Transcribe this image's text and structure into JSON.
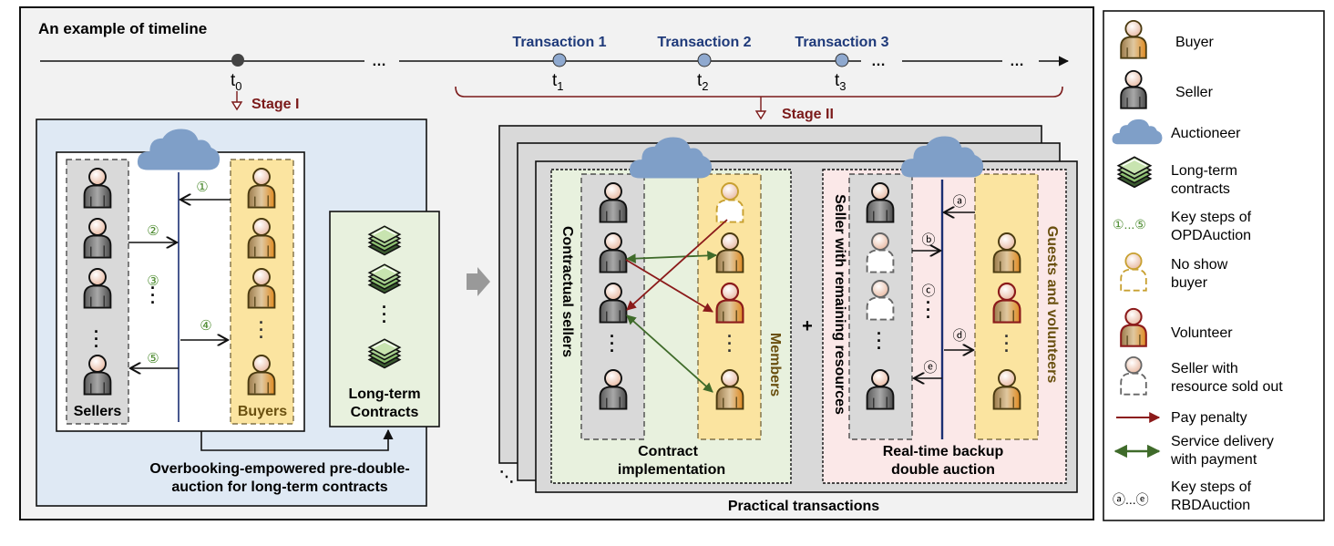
{
  "colors": {
    "outer_bg": "#f2f2f2",
    "stage1_bg": "#dfe9f4",
    "seller_col": "#d9d9d9",
    "buyer_col": "#fbe4a0",
    "contracts_bg": "#e8f1de",
    "contract_impl_bg": "#e8f1de",
    "backup_bg": "#fbe8e8",
    "cloud": "#7f9fc8",
    "timeline_node": "#8fa9cf",
    "stage_red": "#7b1a1a",
    "transaction_blue": "#1f3a7a",
    "step_green": "#4b8a2e",
    "penalty_arrow": "#8b1a1a",
    "delivery_arrow": "#3f6b2a",
    "auction_line": "#1a2f72"
  },
  "timeline": {
    "title": "An example of timeline",
    "nodes": [
      {
        "label": "t",
        "sub": "0",
        "transaction": ""
      },
      {
        "label": "t",
        "sub": "1",
        "transaction": "Transaction 1"
      },
      {
        "label": "t",
        "sub": "2",
        "transaction": "Transaction 2"
      },
      {
        "label": "t",
        "sub": "3",
        "transaction": "Transaction 3"
      }
    ],
    "ellipsis": "…",
    "stage1_label": "Stage I",
    "stage2_label": "Stage II"
  },
  "stage1": {
    "sellers_label": "Sellers",
    "buyers_label": "Buyers",
    "steps": [
      "①",
      "②",
      "③",
      "④",
      "⑤"
    ],
    "contracts_label_1": "Long-term",
    "contracts_label_2": "Contracts",
    "caption_1": "Overbooking-empowered pre-double-",
    "caption_2": "auction for long-term contracts"
  },
  "stage2": {
    "contract_impl": {
      "sellers_label": "Contractual sellers",
      "members_label": "Members",
      "caption_1": "Contract",
      "caption_2": "implementation"
    },
    "plus": "+",
    "backup": {
      "sellers_label": "Seller with remaining resources",
      "buyers_label": "Guests and  volunteers",
      "steps": [
        "ⓐ",
        "ⓑ",
        "ⓒ",
        "ⓓ",
        "ⓔ"
      ],
      "caption_1": "Real-time backup",
      "caption_2": "double auction"
    },
    "caption": "Practical transactions"
  },
  "legend": {
    "items": [
      {
        "icon": "buyer-icon",
        "label_1": "Buyer",
        "label_2": ""
      },
      {
        "icon": "seller-icon",
        "label_1": "Seller",
        "label_2": ""
      },
      {
        "icon": "auctioneer-cloud-icon",
        "label_1": "Auctioneer",
        "label_2": ""
      },
      {
        "icon": "long-term-contracts-icon",
        "label_1": "Long-term",
        "label_2": "contracts"
      },
      {
        "icon": "opd-steps-icon",
        "glyph": "①...⑤",
        "label_1": "Key steps of",
        "label_2": "OPDAuction"
      },
      {
        "icon": "no-show-buyer-icon",
        "label_1": "No show",
        "label_2": "buyer"
      },
      {
        "icon": "volunteer-icon",
        "label_1": "Volunteer",
        "label_2": ""
      },
      {
        "icon": "sold-out-seller-icon",
        "label_1": "Seller with",
        "label_2": "resource sold out"
      },
      {
        "icon": "pay-penalty-arrow-icon",
        "label_1": "Pay penalty",
        "label_2": ""
      },
      {
        "icon": "service-delivery-arrow-icon",
        "label_1": "Service delivery",
        "label_2": "with payment"
      },
      {
        "icon": "rbd-steps-icon",
        "glyph": "ⓐ...ⓔ",
        "label_1": "Key steps of",
        "label_2": "RBDAuction"
      }
    ]
  }
}
